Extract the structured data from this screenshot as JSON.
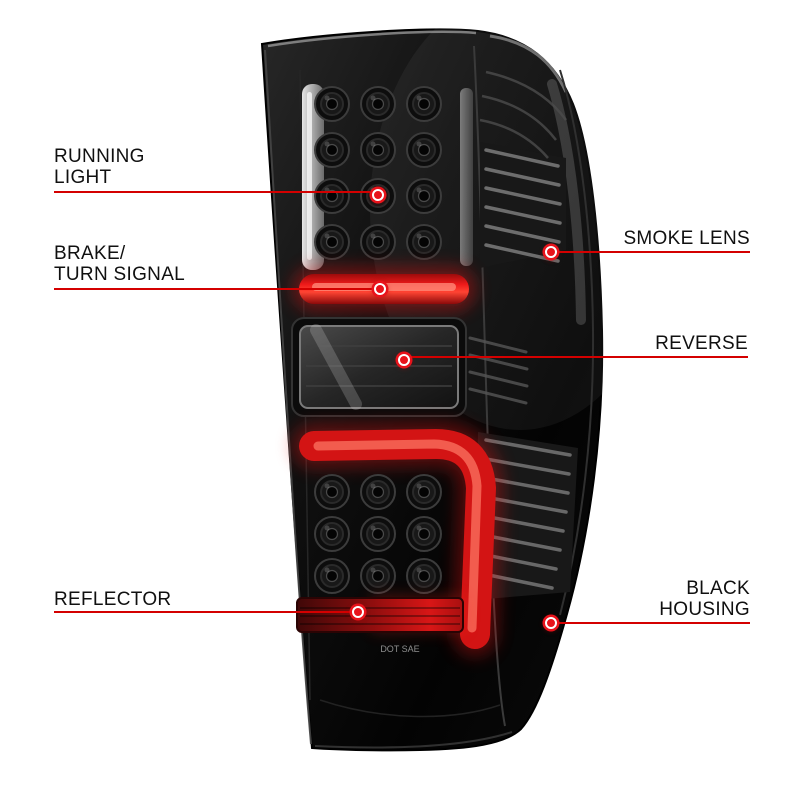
{
  "image_alt": "Smoked lens LED tail light with labeled features",
  "colors": {
    "callout_red": "#d40000",
    "background": "#ffffff",
    "housing_black": "#0a0a0a",
    "light_bar_red": "#e0161c"
  },
  "callouts": {
    "running_light": {
      "lines": [
        "RUNNING",
        "LIGHT"
      ]
    },
    "brake_turn": {
      "lines": [
        "BRAKE/",
        "TURN SIGNAL"
      ]
    },
    "reflector": {
      "lines": [
        "REFLECTOR"
      ]
    },
    "smoke_lens": {
      "lines": [
        "SMOKE LENS"
      ]
    },
    "reverse": {
      "lines": [
        "REVERSE"
      ]
    },
    "black_housing": {
      "lines": [
        "BLACK",
        "HOUSING"
      ]
    }
  },
  "illustration": {
    "lens_marking": "DOT SAE"
  }
}
